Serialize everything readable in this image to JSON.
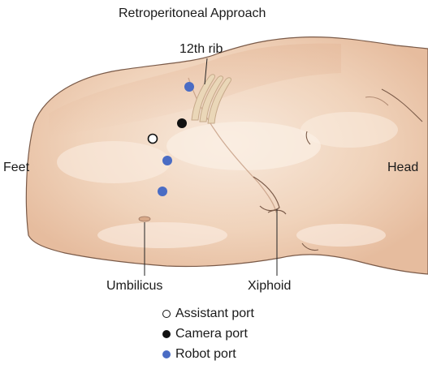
{
  "title": "Retroperitoneal Approach",
  "labels": {
    "rib": "12th rib",
    "feet": "Feet",
    "head": "Head",
    "umbilicus": "Umbilicus",
    "xiphoid": "Xiphoid"
  },
  "legend": [
    {
      "id": "assistant",
      "label": "Assistant port",
      "style": "hollow",
      "color": "#111111"
    },
    {
      "id": "camera",
      "label": "Camera port",
      "style": "filled",
      "color": "#111111"
    },
    {
      "id": "robot",
      "label": "Robot port",
      "style": "filled",
      "color": "#4a6cc4"
    }
  ],
  "ports": [
    {
      "type": "robot"
    },
    {
      "type": "camera"
    },
    {
      "type": "assistant"
    },
    {
      "type": "robot"
    },
    {
      "type": "robot"
    }
  ],
  "colors": {
    "skin_light": "#f7e6d6",
    "skin_mid": "#efcfb5",
    "skin_shadow": "#e2b697",
    "outline": "#7a5a48",
    "rib": "#ead7b8",
    "robot": "#4a6cc4",
    "camera": "#111111"
  }
}
